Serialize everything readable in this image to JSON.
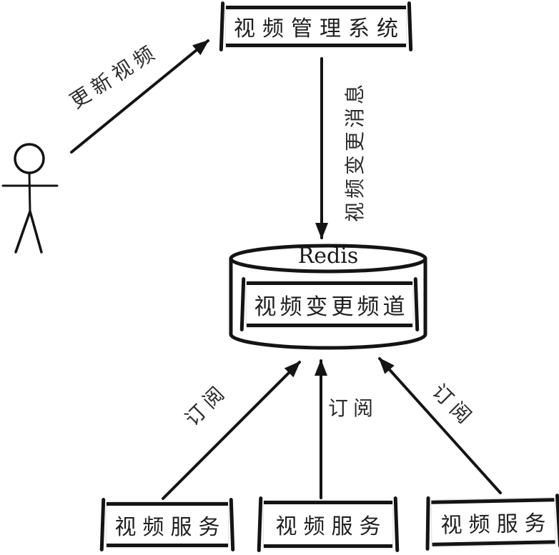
{
  "nodes": {
    "video_management": {
      "label": "视频管理系统"
    },
    "redis": {
      "label": "Redis"
    },
    "channel": {
      "label": "视频变更频道"
    },
    "service_left": {
      "label": "视频服务"
    },
    "service_middle": {
      "label": "视频服务"
    },
    "service_right": {
      "label": "视频服务"
    }
  },
  "edges": {
    "update_video": {
      "label": "更新视频"
    },
    "video_change_message": {
      "label": "视频变更消息"
    },
    "subscribe_left": {
      "label": "订阅"
    },
    "subscribe_middle": {
      "label": "订阅"
    },
    "subscribe_right": {
      "label": "订阅"
    }
  },
  "icons": {
    "actor": "stick-figure-person"
  },
  "colors": {
    "ink": "#141414",
    "background": "#ffffff"
  }
}
